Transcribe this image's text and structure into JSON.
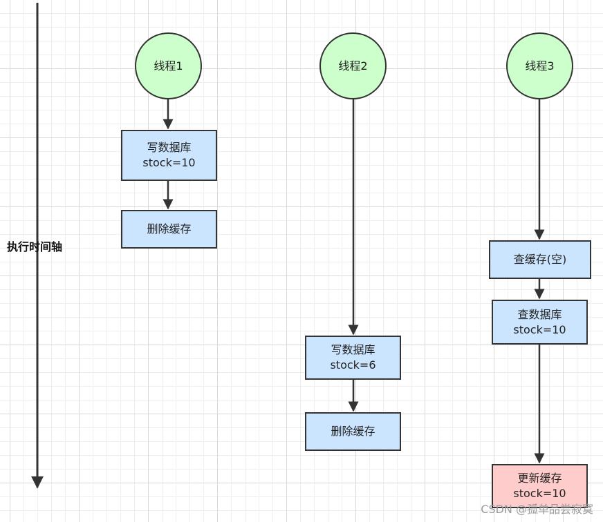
{
  "axis": {
    "label": "执行时间轴"
  },
  "colors": {
    "thread_fill": "#ccffcc",
    "step_fill": "#cce5ff",
    "highlight_fill": "#ffcccc",
    "stroke": "#333333"
  },
  "threads": [
    {
      "label": "线程1",
      "steps": [
        {
          "label": "写数据库\nstock=10",
          "kind": "step"
        },
        {
          "label": "删除缓存",
          "kind": "step"
        }
      ]
    },
    {
      "label": "线程2",
      "steps": [
        {
          "label": "写数据库\nstock=6",
          "kind": "step"
        },
        {
          "label": "删除缓存",
          "kind": "step"
        }
      ]
    },
    {
      "label": "线程3",
      "steps": [
        {
          "label": "查缓存(空)",
          "kind": "step"
        },
        {
          "label": "查数据库\nstock=10",
          "kind": "step"
        },
        {
          "label": "更新缓存\nstock=10",
          "kind": "highlight"
        }
      ]
    }
  ],
  "watermark": "CSDN @孤单品尝寂寞"
}
